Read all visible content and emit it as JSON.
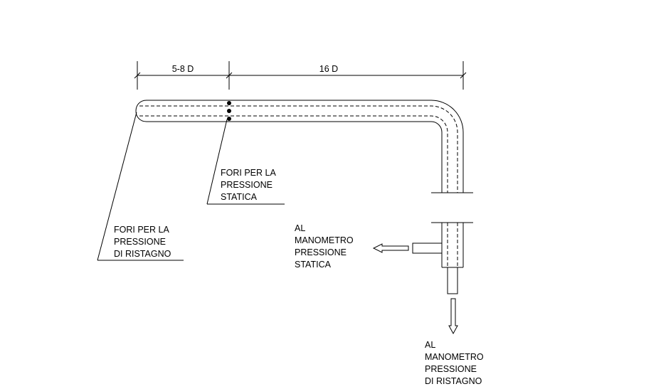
{
  "dimensions": {
    "first": "5-8 D",
    "second": "16 D"
  },
  "labels": {
    "static_holes": [
      "FORI PER LA",
      "PRESSIONE",
      "STATICA"
    ],
    "stagnation_holes": [
      "FORI PER LA",
      "PRESSIONE",
      "DI RISTAGNO"
    ],
    "static_outlet": [
      "AL",
      "MANOMETRO",
      "PRESSIONE",
      "STATICA"
    ],
    "stagnation_outlet": [
      "AL",
      "MANOMETRO",
      "PRESSIONE",
      "DI RISTAGNO"
    ]
  }
}
